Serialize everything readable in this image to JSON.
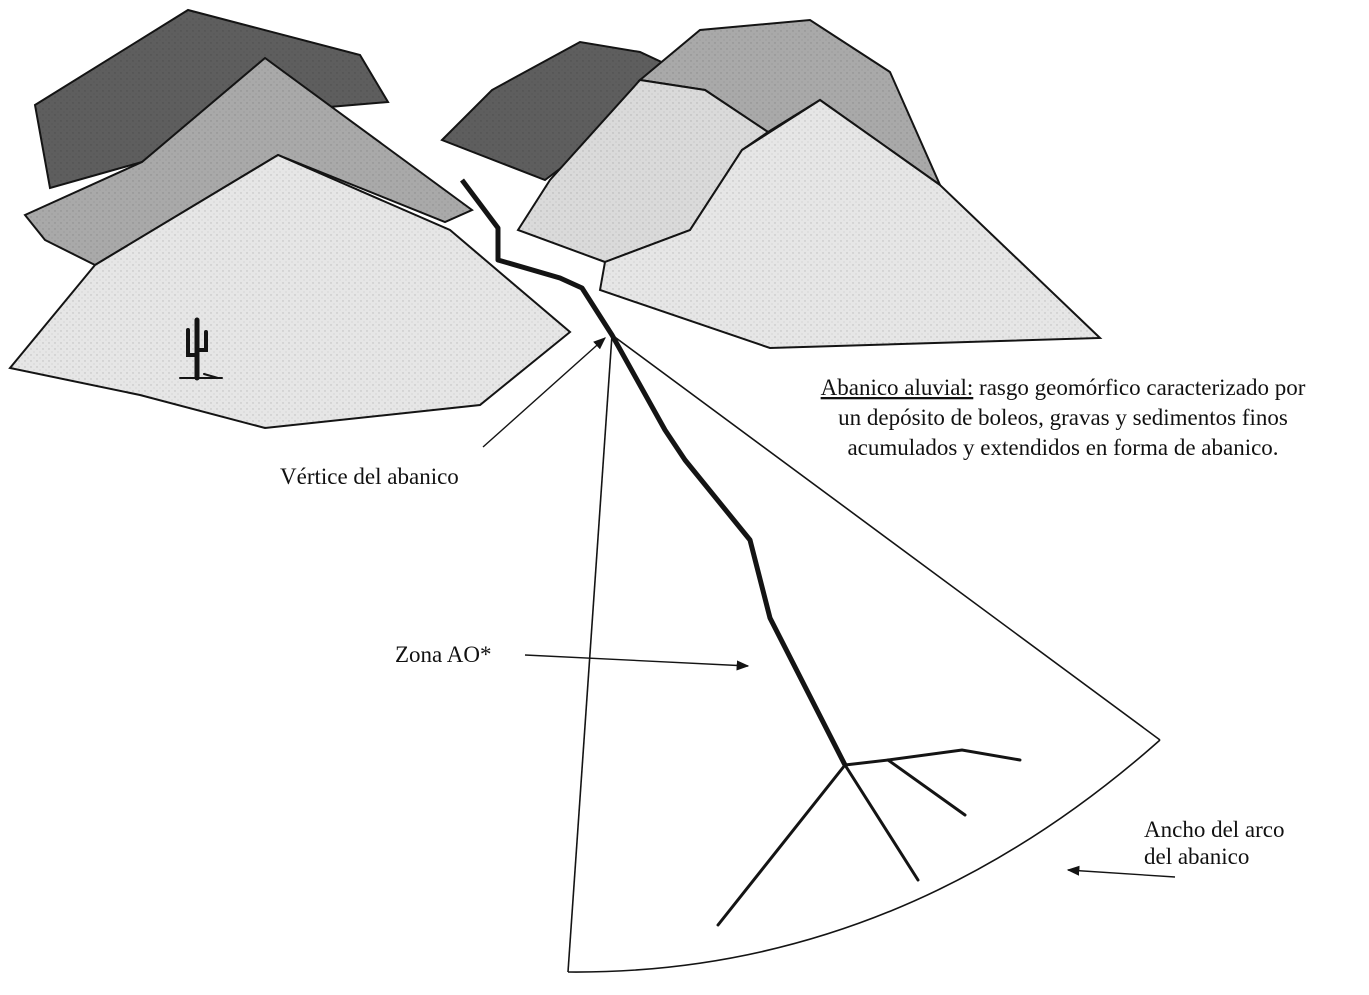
{
  "labels": {
    "vertex": "Vértice del abanico",
    "zone": "Zona AO*",
    "arc_width_line1": "Ancho del arco",
    "arc_width_line2": "del abanico"
  },
  "definition": {
    "term": "Abanico aluvial:",
    "line1_rest": " rasgo geomórfico caracterizado por",
    "line2": "un depósito de boleos, gravas y sedimentos finos",
    "line3": "acumulados y extendidos en forma de abanico."
  },
  "colors": {
    "mountain_dark": "#5e5e5e",
    "mountain_mid": "#a9a9a9",
    "mountain_light": "#e6e6e6",
    "stroke": "#141414"
  }
}
